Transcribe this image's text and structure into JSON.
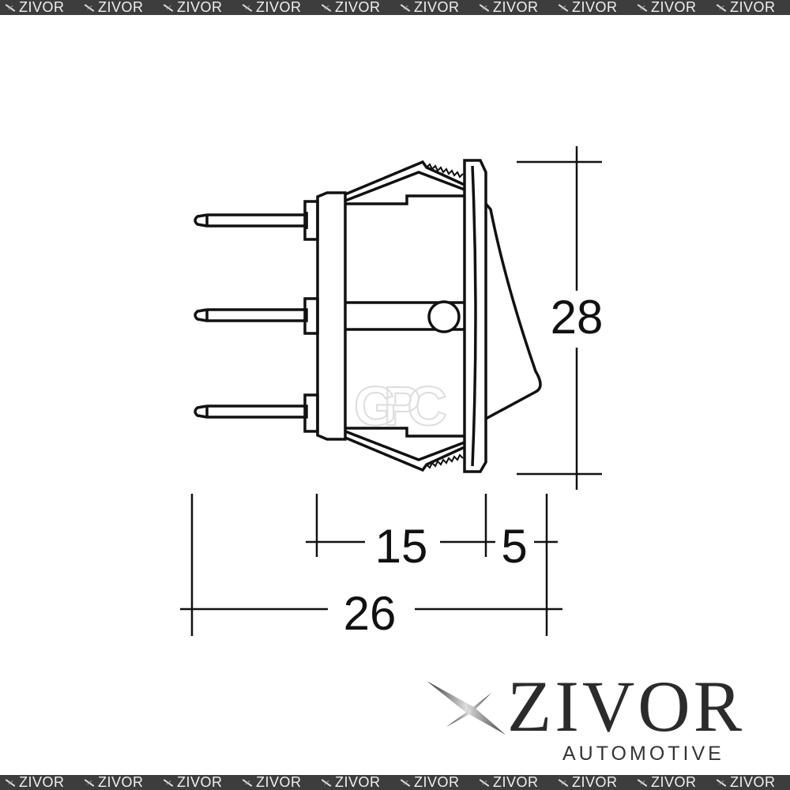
{
  "banner": {
    "items": [
      "ZIVOR",
      "ZIVOR",
      "ZIVOR",
      "ZIVOR",
      "ZIVOR",
      "ZIVOR",
      "ZIVOR",
      "ZIVOR",
      "ZIVOR",
      "ZIVOR"
    ]
  },
  "drawing": {
    "watermark": "GPC",
    "dimensions": {
      "height": "28",
      "body_depth": "15",
      "bezel_depth": "5",
      "overall_length": "26"
    }
  },
  "logo": {
    "brand": "ZIVOR",
    "tagline": "AUTOMOTIVE"
  },
  "colors": {
    "banner_bg": "#3d3d3d",
    "line": "#111111",
    "logo_text": "#2b2b2b"
  }
}
